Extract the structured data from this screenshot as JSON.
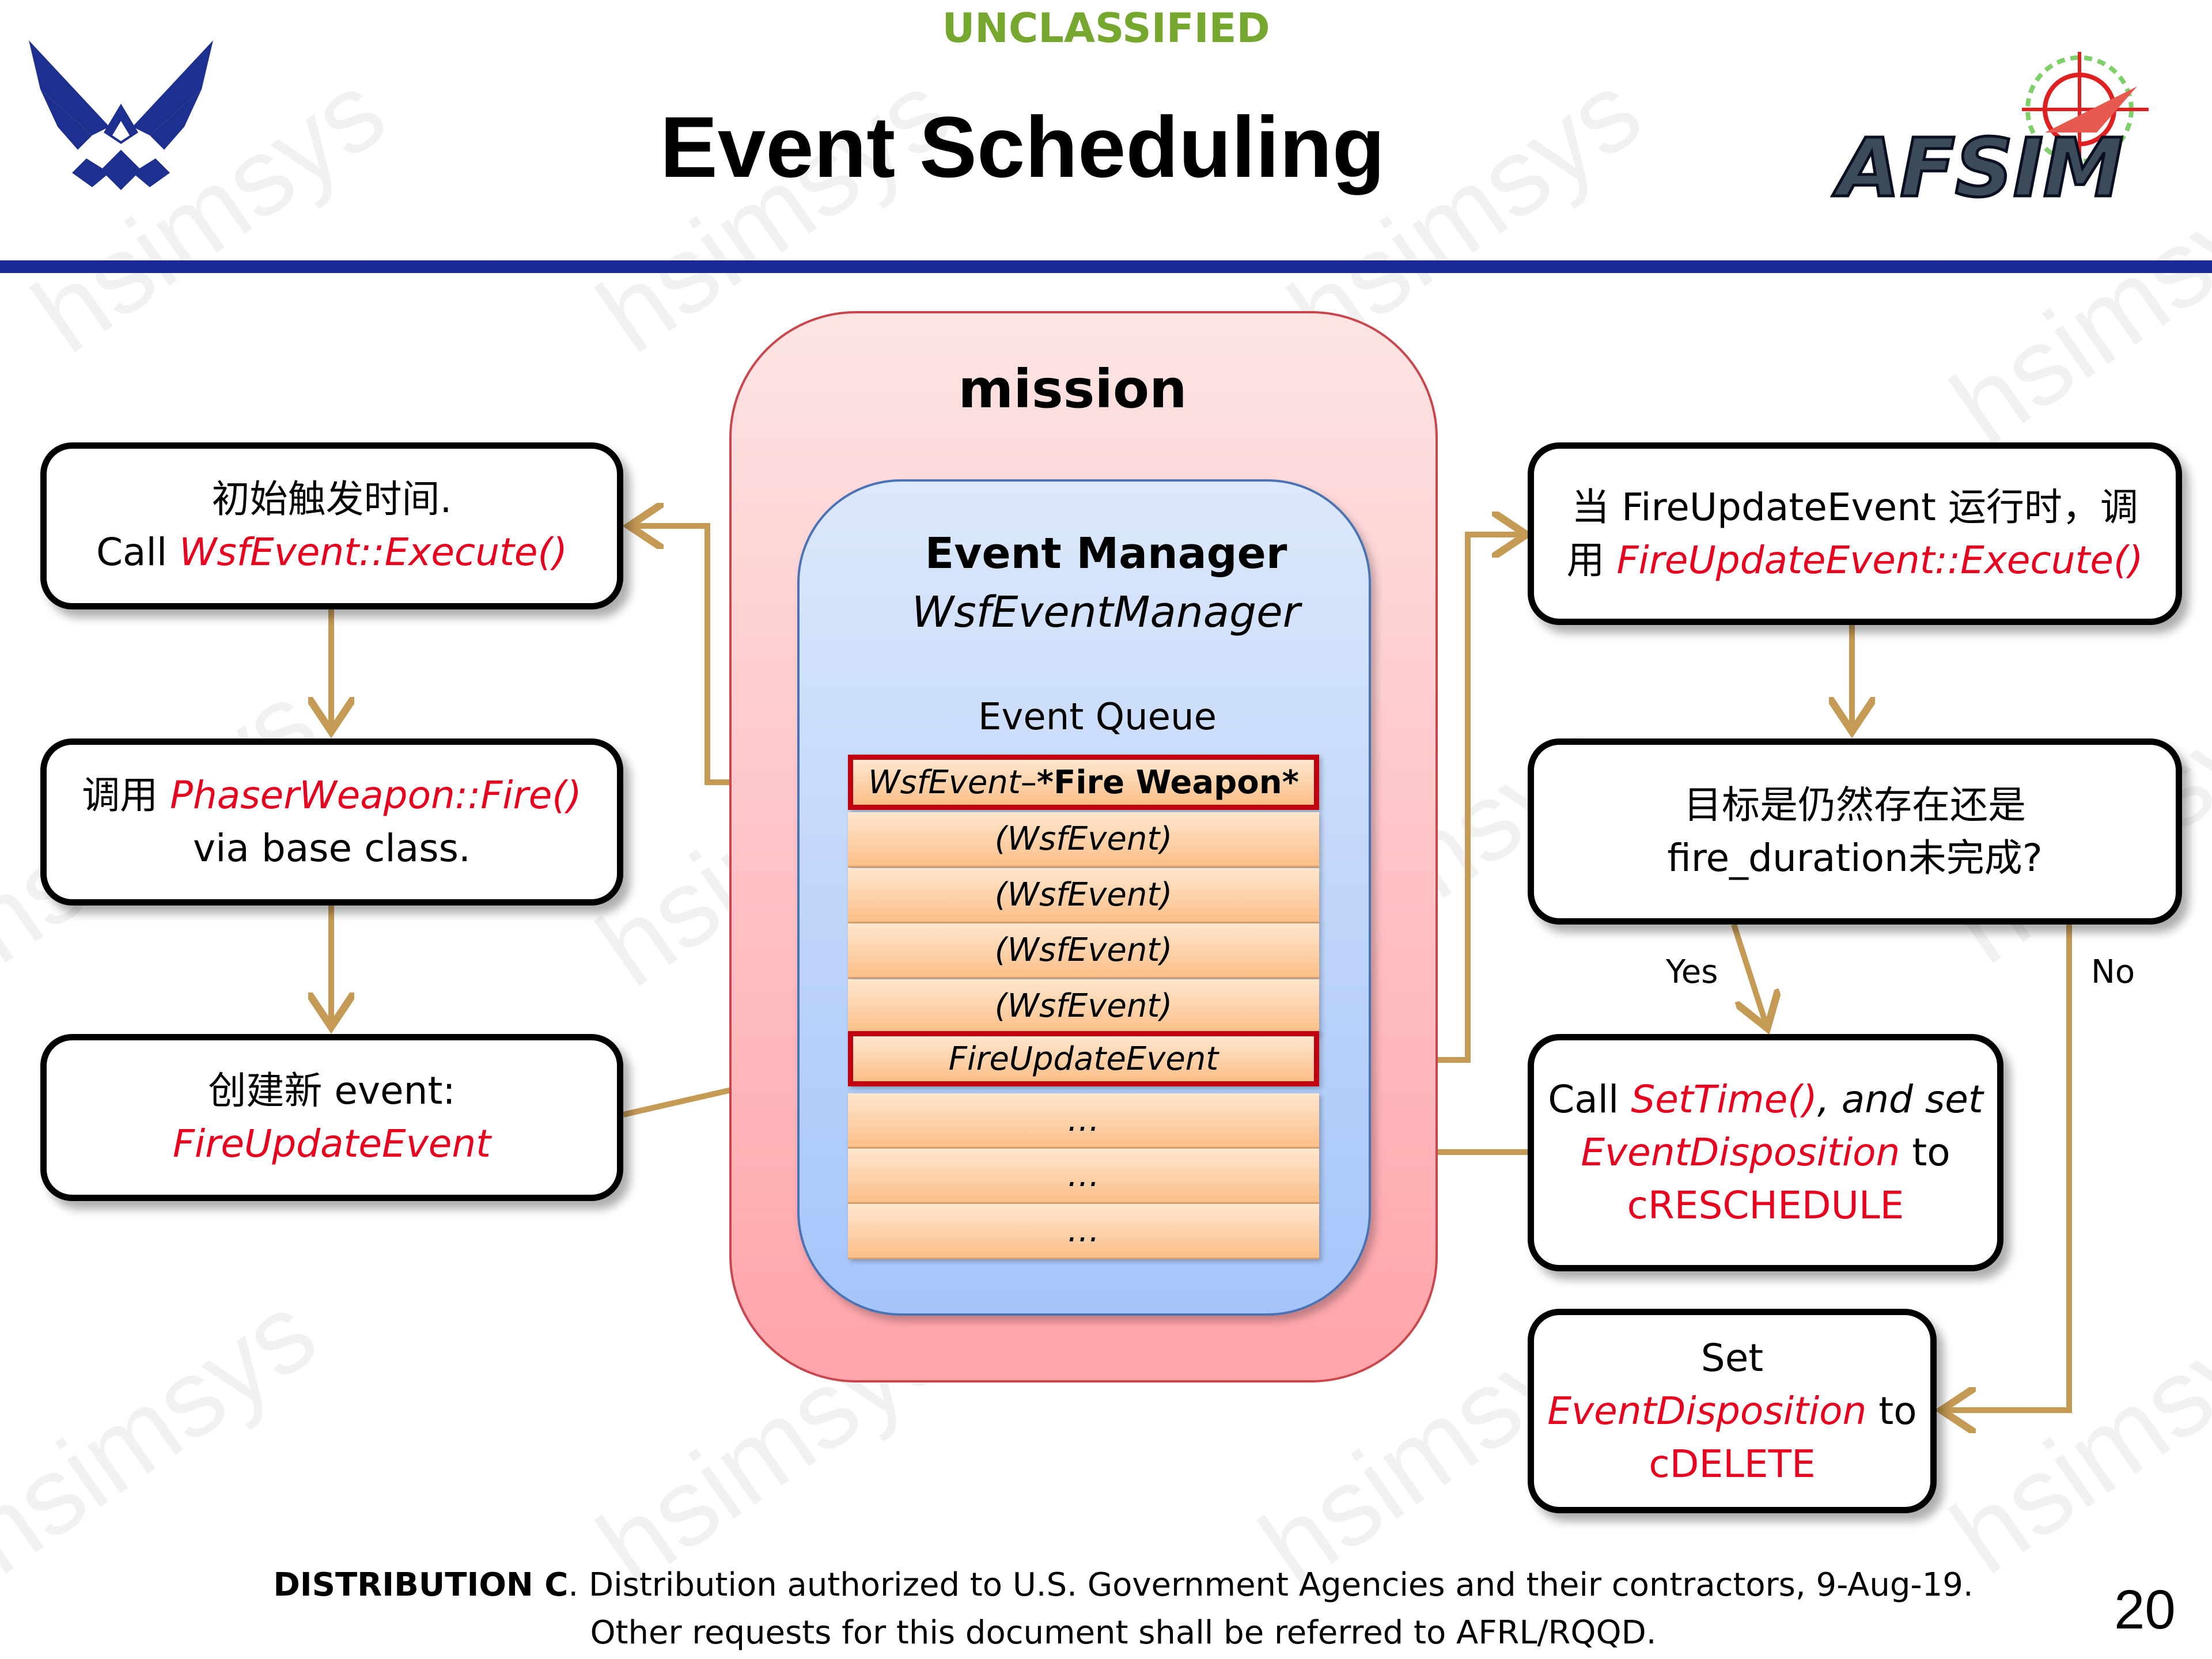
{
  "header": {
    "classification": "UNCLASSIFIED",
    "title": "Event Scheduling"
  },
  "watermark": "hsimsys",
  "logos": {
    "left": "air-force-wings-logo",
    "right": "AFSIM"
  },
  "colors": {
    "accent_rule": "#1c2a99",
    "classification_green": "#76a830",
    "method_red": "#e8001e",
    "arrow_tan": "#c49a55"
  },
  "mission": {
    "label": "mission",
    "event_manager": {
      "label": "Event Manager",
      "class_name": "WsfEventManager",
      "queue_label": "Event Queue",
      "queue": [
        {
          "event": "WsfEvent",
          "dash": " – ",
          "bold": "*Fire Weapon*"
        },
        {
          "text": "(WsfEvent)"
        },
        {
          "text": "(WsfEvent)"
        },
        {
          "text": "(WsfEvent)"
        },
        {
          "text": "(WsfEvent)"
        },
        {
          "text": "FireUpdateEvent"
        },
        {
          "text": "…"
        },
        {
          "text": "…"
        },
        {
          "text": "…"
        }
      ]
    }
  },
  "left_boxes": {
    "fire_time": {
      "line1": "初始触发时间.",
      "call": "Call ",
      "method": "WsfEvent::Execute()"
    },
    "fire": {
      "prefix": "调用 ",
      "method": "PhaserWeapon::Fire()",
      "line2": "via base class."
    },
    "create": {
      "line1": "创建新 event:",
      "method": "FireUpdateEvent"
    }
  },
  "right_boxes": {
    "update": {
      "prefix": "当 FireUpdateEvent 运行时，调",
      "prefix2": "用 ",
      "method": "FireUpdateEvent::Execute()"
    },
    "check": {
      "line1": "目标是仍然存在还是",
      "line2": "fire_duration未完成?"
    },
    "reschedule": {
      "call": "Call ",
      "method": "SetTime()",
      "mid": ", and set",
      "disposition": "EventDisposition",
      "to": " to",
      "value": "cRESCHEDULE"
    },
    "delete": {
      "line1": "Set",
      "disposition": "EventDisposition",
      "to": " to",
      "value": "cDELETE"
    }
  },
  "branch_labels": {
    "yes": "Yes",
    "no": "No"
  },
  "footer": {
    "distribution_bold": "DISTRIBUTION C",
    "line1": ". Distribution authorized to U.S. Government Agencies and their contractors, 9-Aug-19.",
    "line2": "Other requests for this document shall be referred to AFRL/RQQD."
  },
  "page_number": "20"
}
